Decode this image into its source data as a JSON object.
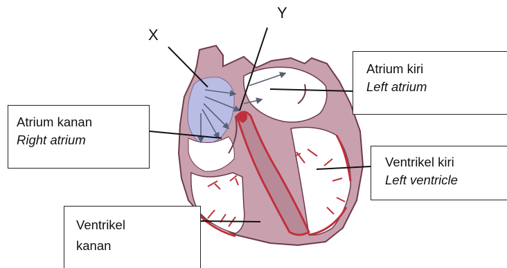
{
  "markers": {
    "x": "X",
    "y": "Y"
  },
  "labels": {
    "left_atrium": {
      "local": "Atrium kiri",
      "english": "Left atrium"
    },
    "right_atrium": {
      "local": "Atrium kanan",
      "english": "Right atrium"
    },
    "left_ventricle": {
      "local": "Ventrikel kiri",
      "english": "Left ventricle"
    },
    "right_ventricle": {
      "local_line1": "Ventrikel",
      "local_line2": "kanan"
    }
  },
  "colors": {
    "heart_wall": "#c9a0ae",
    "wall_outline": "#6e3a4a",
    "vessel_red": "#c0303c",
    "septum_fill": "#b88a98",
    "chamber_white": "#ffffff",
    "blood_blue": "#b9bde6",
    "arrow_gray": "#5a5f78"
  }
}
